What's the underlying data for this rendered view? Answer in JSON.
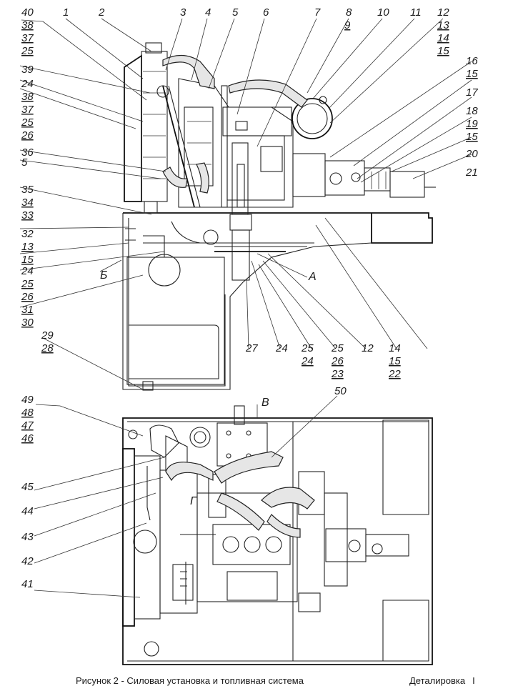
{
  "caption": "Рисунок 2 - Силовая установка и топливная система",
  "sheet_label": "Деталировка",
  "sheet_marker": "I",
  "view_letters": [
    "Б",
    "А",
    "В",
    "Г"
  ],
  "callouts_top": [
    "40",
    "38",
    "37",
    "25",
    "1",
    "2",
    "3",
    "4",
    "5",
    "6",
    "7",
    "8",
    "9",
    "10",
    "11",
    "12",
    "13",
    "14",
    "15",
    "16",
    "15",
    "17",
    "18",
    "19",
    "15",
    "20",
    "21",
    "39",
    "24",
    "38",
    "37",
    "25",
    "26",
    "36",
    "5",
    "35",
    "34",
    "33",
    "32",
    "13",
    "15",
    "24",
    "25",
    "26",
    "31",
    "30",
    "29",
    "28",
    "27",
    "24",
    "25",
    "24",
    "25",
    "26",
    "23",
    "12",
    "14",
    "15",
    "22"
  ],
  "callouts_bottom": [
    "49",
    "48",
    "47",
    "46",
    "50",
    "45",
    "44",
    "43",
    "42",
    "41"
  ]
}
